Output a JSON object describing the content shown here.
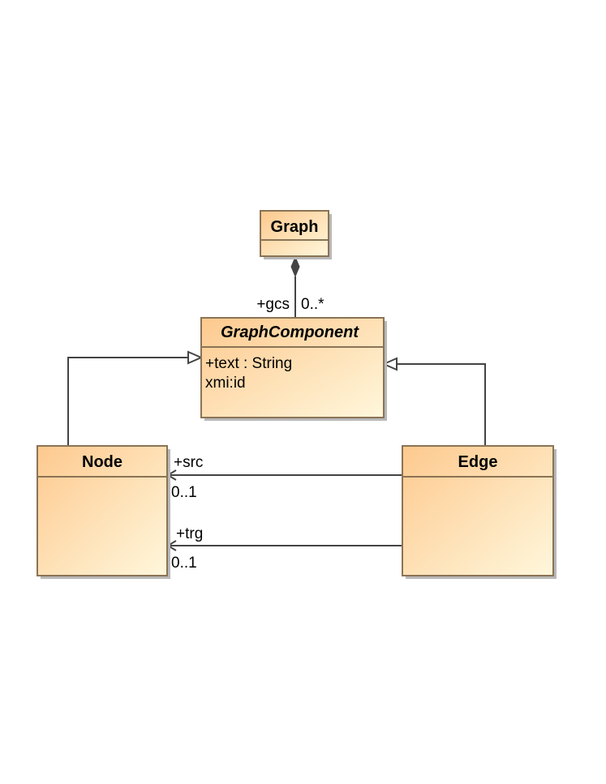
{
  "classes": {
    "graph": {
      "name": "Graph"
    },
    "graph_component": {
      "name": "GraphComponent",
      "attributes": [
        "+text : String",
        "xmi:id"
      ]
    },
    "node": {
      "name": "Node"
    },
    "edge": {
      "name": "Edge"
    }
  },
  "associations": {
    "gcs": {
      "role": "+gcs",
      "multiplicity": "0..*"
    },
    "src": {
      "role": "+src",
      "multiplicity": "0..1"
    },
    "trg": {
      "role": "+trg",
      "multiplicity": "0..1"
    }
  },
  "colors": {
    "fill_start": "#FDC98E",
    "fill_end": "#FFF7DC",
    "border": "#8B7355",
    "line": "#444444",
    "shadow": "#B8B8B8"
  }
}
